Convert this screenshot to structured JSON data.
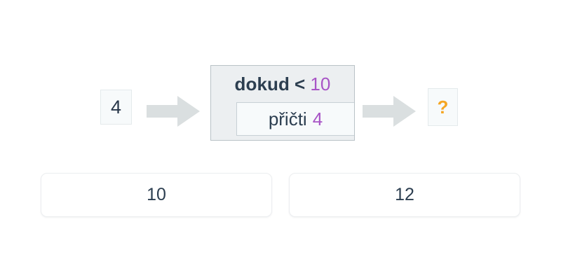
{
  "colors": {
    "background": "#ffffff",
    "arrow": "#dadfe0",
    "loop_block_bg": "#eceff1",
    "loop_block_border": "#b9c2c7",
    "inner_block_bg": "#f7fafb",
    "text_dark": "#2c3e50",
    "accent_purple": "#a855c6",
    "accent_orange": "#f5a623",
    "chip_bg": "#f7fafb",
    "chip_border": "#e4eaec",
    "button_bg": "#ffffff",
    "button_border": "#eceef0"
  },
  "program": {
    "input_value": "4",
    "output_value": "?",
    "arrow_1_icon": "arrow-right-icon",
    "arrow_2_icon": "arrow-right-icon",
    "loop": {
      "keyword": "dokud",
      "operator": "<",
      "limit": "10",
      "body": {
        "statement": "přičti",
        "amount": "4"
      }
    }
  },
  "answers": {
    "options": [
      {
        "label": "10"
      },
      {
        "label": "12"
      }
    ]
  }
}
